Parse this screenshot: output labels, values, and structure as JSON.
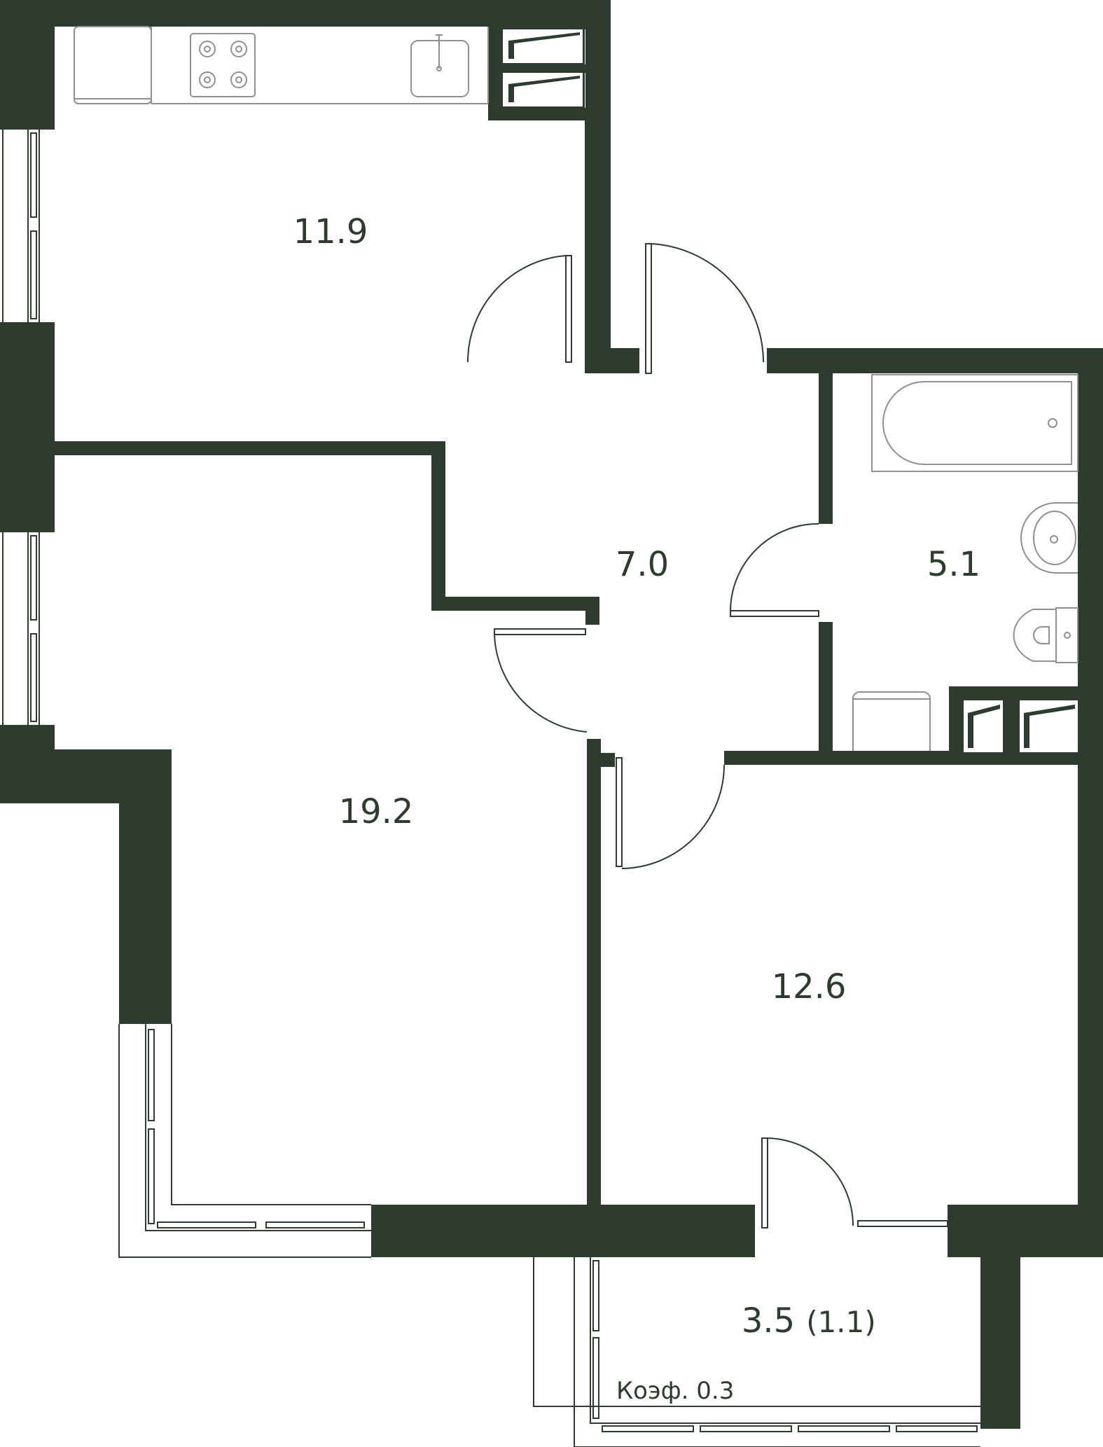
{
  "colors": {
    "wall": "#2e3b2f",
    "line": "#2e3b2f",
    "fixture": "#8d918d",
    "background": "#ffffff"
  },
  "rooms": {
    "kitchen": {
      "area": "11.9"
    },
    "hall": {
      "area": "7.0"
    },
    "bathroom": {
      "area": "5.1"
    },
    "living": {
      "area": "19.2"
    },
    "bedroom": {
      "area": "12.6"
    },
    "balcony": {
      "area": "3.5",
      "reduced": "(1.1)",
      "coef": "Коэф. 0.3"
    }
  }
}
